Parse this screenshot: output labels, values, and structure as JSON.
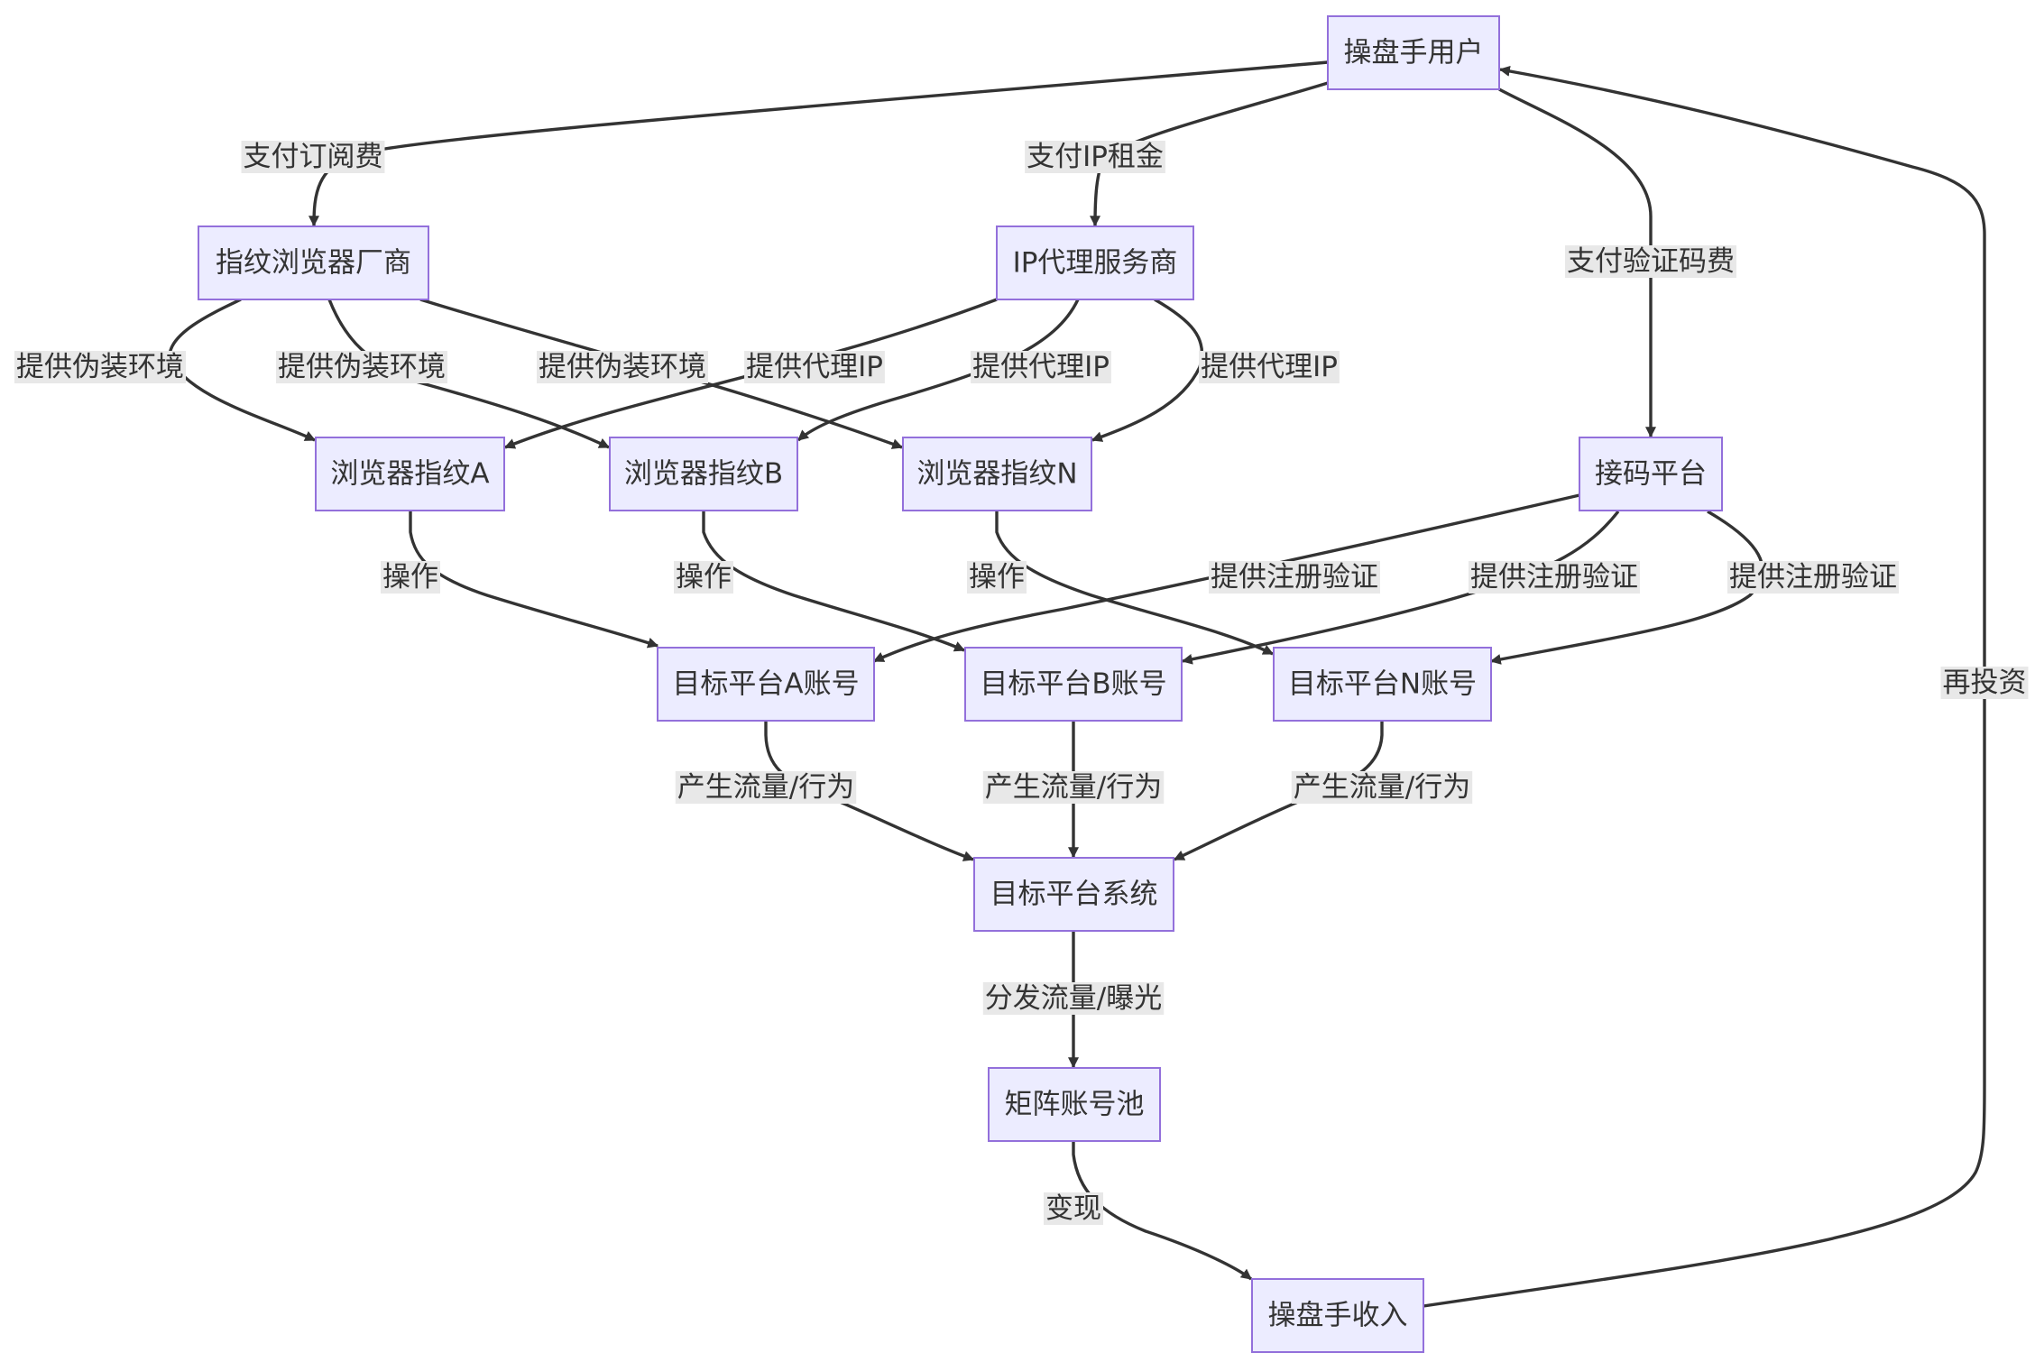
{
  "diagram": {
    "type": "flowchart",
    "colors": {
      "node_fill": "#ececff",
      "node_stroke": "#9370db",
      "edge": "#333333",
      "edge_label_bg": "#e8e8e8",
      "text": "#333333"
    },
    "nodes": [
      {
        "id": "user",
        "label": "操盘手用户"
      },
      {
        "id": "fpvendor",
        "label": "指纹浏览器厂商"
      },
      {
        "id": "ipproxy",
        "label": "IP代理服务商"
      },
      {
        "id": "fpA",
        "label": "浏览器指纹A"
      },
      {
        "id": "fpB",
        "label": "浏览器指纹B"
      },
      {
        "id": "fpN",
        "label": "浏览器指纹N"
      },
      {
        "id": "sms",
        "label": "接码平台"
      },
      {
        "id": "accA",
        "label": "目标平台A账号"
      },
      {
        "id": "accB",
        "label": "目标平台B账号"
      },
      {
        "id": "accN",
        "label": "目标平台N账号"
      },
      {
        "id": "system",
        "label": "目标平台系统"
      },
      {
        "id": "pool",
        "label": "矩阵账号池"
      },
      {
        "id": "income",
        "label": "操盘手收入"
      }
    ],
    "edges": [
      {
        "id": "e1",
        "from": "user",
        "to": "fpvendor",
        "label": "支付订阅费"
      },
      {
        "id": "e2",
        "from": "user",
        "to": "ipproxy",
        "label": "支付IP租金"
      },
      {
        "id": "e3",
        "from": "user",
        "to": "sms",
        "label": "支付验证码费"
      },
      {
        "id": "e4",
        "from": "fpvendor",
        "to": "fpA",
        "label": "提供伪装环境"
      },
      {
        "id": "e5",
        "from": "fpvendor",
        "to": "fpB",
        "label": "提供伪装环境"
      },
      {
        "id": "e6",
        "from": "fpvendor",
        "to": "fpN",
        "label": "提供伪装环境"
      },
      {
        "id": "e7",
        "from": "ipproxy",
        "to": "fpA",
        "label": "提供代理IP"
      },
      {
        "id": "e8",
        "from": "ipproxy",
        "to": "fpB",
        "label": "提供代理IP"
      },
      {
        "id": "e9",
        "from": "ipproxy",
        "to": "fpN",
        "label": "提供代理IP"
      },
      {
        "id": "e10",
        "from": "fpA",
        "to": "accA",
        "label": "操作"
      },
      {
        "id": "e11",
        "from": "fpB",
        "to": "accB",
        "label": "操作"
      },
      {
        "id": "e12",
        "from": "fpN",
        "to": "accN",
        "label": "操作"
      },
      {
        "id": "e13",
        "from": "sms",
        "to": "accA",
        "label": "提供注册验证"
      },
      {
        "id": "e14",
        "from": "sms",
        "to": "accB",
        "label": "提供注册验证"
      },
      {
        "id": "e15",
        "from": "sms",
        "to": "accN",
        "label": "提供注册验证"
      },
      {
        "id": "e16",
        "from": "accA",
        "to": "system",
        "label": "产生流量/行为"
      },
      {
        "id": "e17",
        "from": "accB",
        "to": "system",
        "label": "产生流量/行为"
      },
      {
        "id": "e18",
        "from": "accN",
        "to": "system",
        "label": "产生流量/行为"
      },
      {
        "id": "e19",
        "from": "system",
        "to": "pool",
        "label": "分发流量/曝光"
      },
      {
        "id": "e20",
        "from": "pool",
        "to": "income",
        "label": "变现"
      },
      {
        "id": "e21",
        "from": "income",
        "to": "user",
        "label": "再投资"
      }
    ]
  }
}
